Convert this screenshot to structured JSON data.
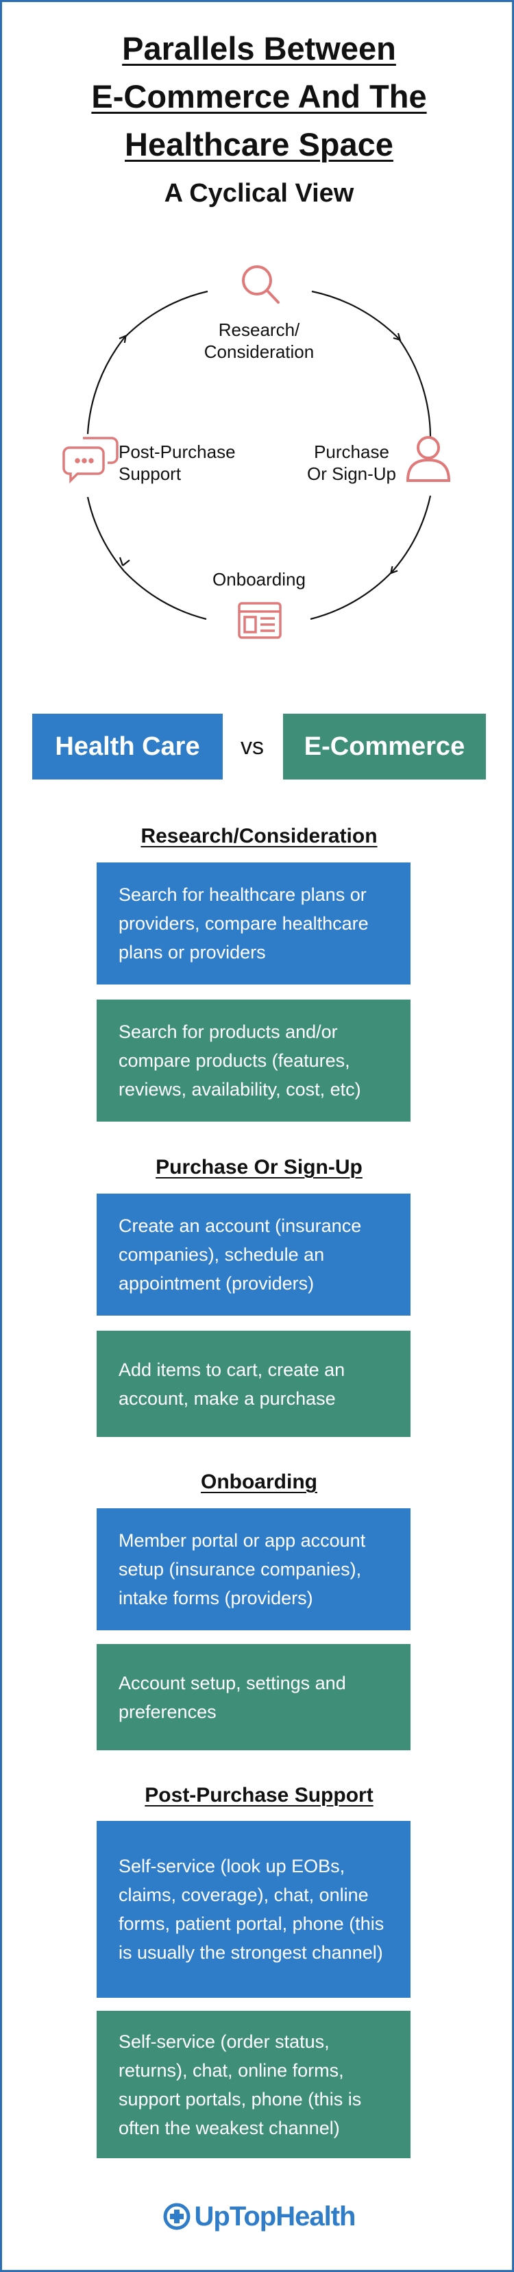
{
  "title": {
    "line1": "Parallels Between",
    "line2": "E-Commerce And The",
    "line3": "Healthcare Space"
  },
  "subtitle": "A Cyclical View",
  "cycle": {
    "research_line1": "Research/",
    "research_line2": "Consideration",
    "purchase_line1": "Purchase",
    "purchase_line2": "Or Sign-Up",
    "onboarding": "Onboarding",
    "support_line1": "Post-Purchase",
    "support_line2": "Support",
    "icon_color": "#e07a7a"
  },
  "comparison": {
    "health_care_label": "Health Care",
    "vs_label": "vs",
    "ecommerce_label": "E-Commerce",
    "health_color": "#2f7dc9",
    "ecommerce_color": "#3f8f78"
  },
  "sections": [
    {
      "title": "Research/Consideration",
      "health": "Search for healthcare plans or providers, compare healthcare plans or providers",
      "ecommerce": "Search for products and/or compare products (features, reviews, availability, cost, etc)"
    },
    {
      "title": "Purchase Or Sign-Up",
      "health": "Create an account (insurance companies), schedule an appointment (providers)",
      "ecommerce": "Add items to cart, create an account, make a purchase"
    },
    {
      "title": "Onboarding",
      "health": "Member portal or app account setup (insurance companies), intake forms (providers)",
      "ecommerce": "Account setup, settings and preferences"
    },
    {
      "title": "Post-Purchase Support",
      "health": "Self-service (look up EOBs, claims, coverage), chat, online forms, patient portal, phone (this is usually the strongest channel)",
      "ecommerce": "Self-service (order status, returns), chat, online forms, support portals, phone (this is often the weakest channel)"
    }
  ],
  "logo": {
    "part1": "UpTop",
    "part2": "Health"
  }
}
